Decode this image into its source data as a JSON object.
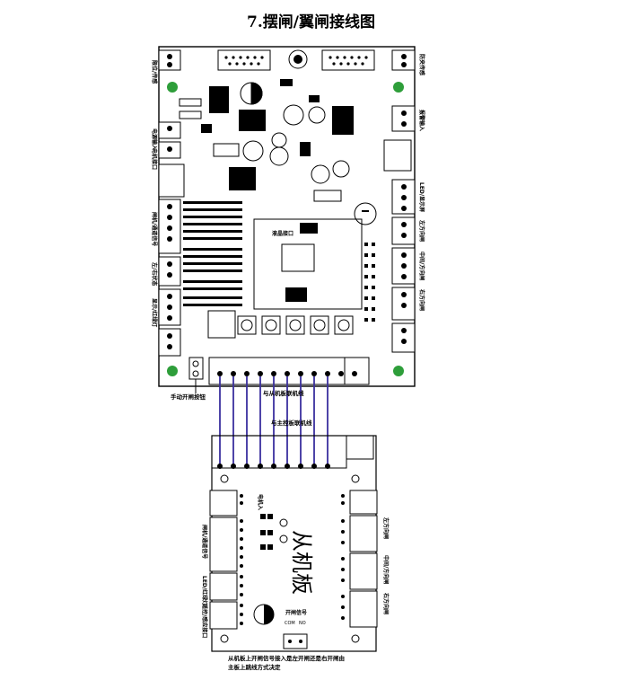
{
  "title": "7.摆闸/翼闸接线图",
  "main_board": {
    "left_labels": [
      "限位/传感",
      "电源输入",
      "电机接口",
      "闸机/通道信号",
      "左/右状态",
      "显示/红绿灯"
    ],
    "right_labels": [
      "防夹传感",
      "报警输入",
      "LED/显示屏",
      "左方向闸",
      "中间/方向闸",
      "右方向闸"
    ],
    "center_label": "液晶接口",
    "manual_button_label": "手动开闸按钮",
    "link_label_1": "与从机板联机线",
    "link_label_2": "与主控板联机线"
  },
  "slave_board": {
    "name": "从机板",
    "left_labels": [
      "闸机/通道信号",
      "LED/红绿灯",
      "遥控/感应接口"
    ],
    "right_labels": [
      "左方向闸",
      "中间/方向闸",
      "右方向闸"
    ],
    "signal_label": "开闸信号",
    "com_label": "COM",
    "no_label": "NO",
    "motor_label": "电机入"
  },
  "note_line1": "从机板上开闸信号接入是左开闸还是右开闸由",
  "note_line2": "主板上跳线方式决定",
  "wire_color": "#3a2f9e",
  "wire_count": 9
}
